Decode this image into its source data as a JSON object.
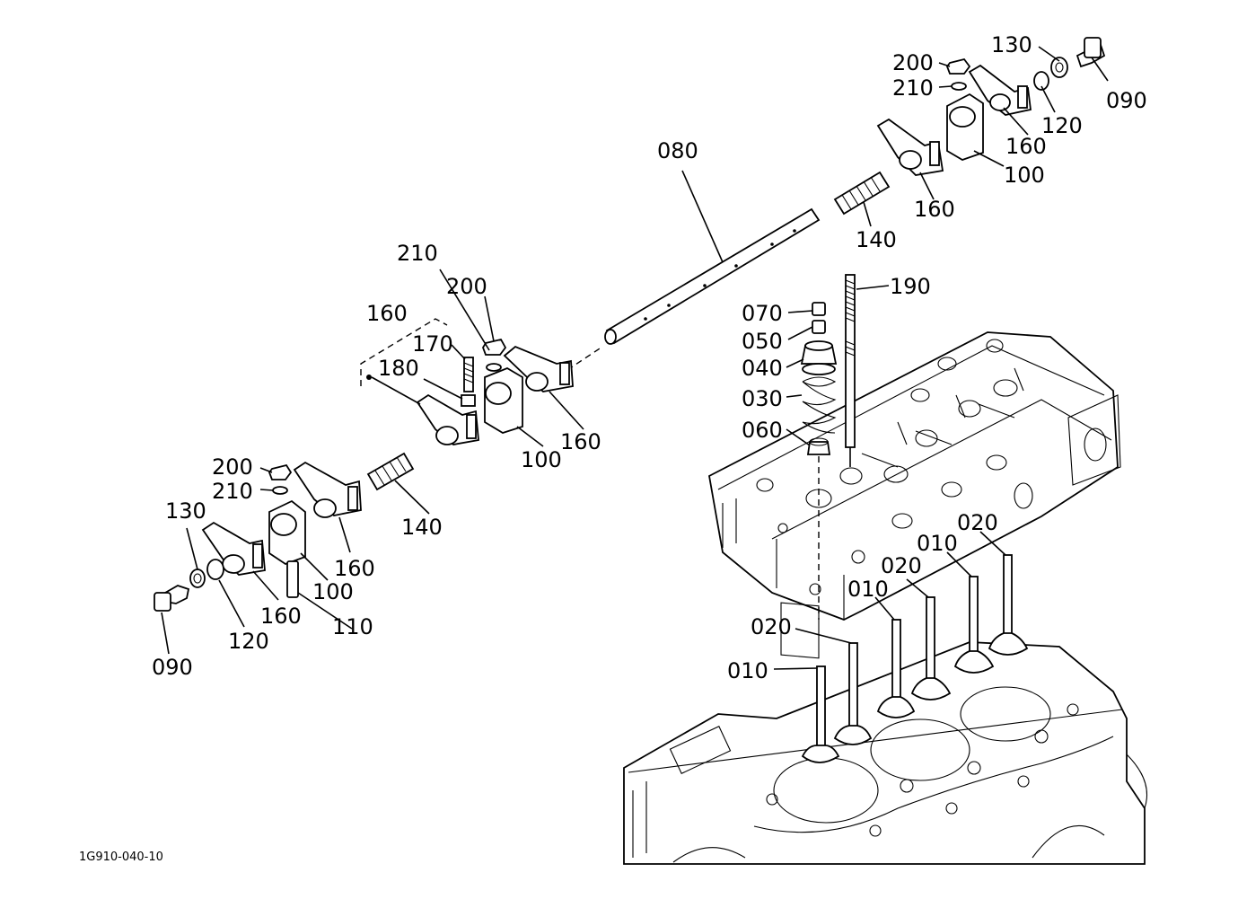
{
  "drawing_code": "1G910-040-10",
  "callouts": [
    {
      "id": "c-090-right",
      "text": "090"
    },
    {
      "id": "c-130-right",
      "text": "130"
    },
    {
      "id": "c-200-right",
      "text": "200"
    },
    {
      "id": "c-210-right",
      "text": "210"
    },
    {
      "id": "c-120-right",
      "text": "120"
    },
    {
      "id": "c-160-right-a",
      "text": "160"
    },
    {
      "id": "c-100-right",
      "text": "100"
    },
    {
      "id": "c-160-right-b",
      "text": "160"
    },
    {
      "id": "c-140-right",
      "text": "140"
    },
    {
      "id": "c-080",
      "text": "080"
    },
    {
      "id": "c-190",
      "text": "190"
    },
    {
      "id": "c-070",
      "text": "070"
    },
    {
      "id": "c-050",
      "text": "050"
    },
    {
      "id": "c-040",
      "text": "040"
    },
    {
      "id": "c-030",
      "text": "030"
    },
    {
      "id": "c-060",
      "text": "060"
    },
    {
      "id": "c-210-mid",
      "text": "210"
    },
    {
      "id": "c-200-mid",
      "text": "200"
    },
    {
      "id": "c-160-mid-top",
      "text": "160"
    },
    {
      "id": "c-170",
      "text": "170"
    },
    {
      "id": "c-180",
      "text": "180"
    },
    {
      "id": "c-160-mid",
      "text": "160"
    },
    {
      "id": "c-100-mid",
      "text": "100"
    },
    {
      "id": "c-140-left",
      "text": "140"
    },
    {
      "id": "c-200-left",
      "text": "200"
    },
    {
      "id": "c-210-left",
      "text": "210"
    },
    {
      "id": "c-130-left",
      "text": "130"
    },
    {
      "id": "c-160-left-a",
      "text": "160"
    },
    {
      "id": "c-100-left",
      "text": "100"
    },
    {
      "id": "c-160-left-b",
      "text": "160"
    },
    {
      "id": "c-110",
      "text": "110"
    },
    {
      "id": "c-120-left",
      "text": "120"
    },
    {
      "id": "c-090-left",
      "text": "090"
    },
    {
      "id": "c-020-a",
      "text": "020"
    },
    {
      "id": "c-010-a",
      "text": "010"
    },
    {
      "id": "c-020-b",
      "text": "020"
    },
    {
      "id": "c-010-b",
      "text": "010"
    },
    {
      "id": "c-020-c",
      "text": "020"
    },
    {
      "id": "c-010-c",
      "text": "010"
    }
  ]
}
